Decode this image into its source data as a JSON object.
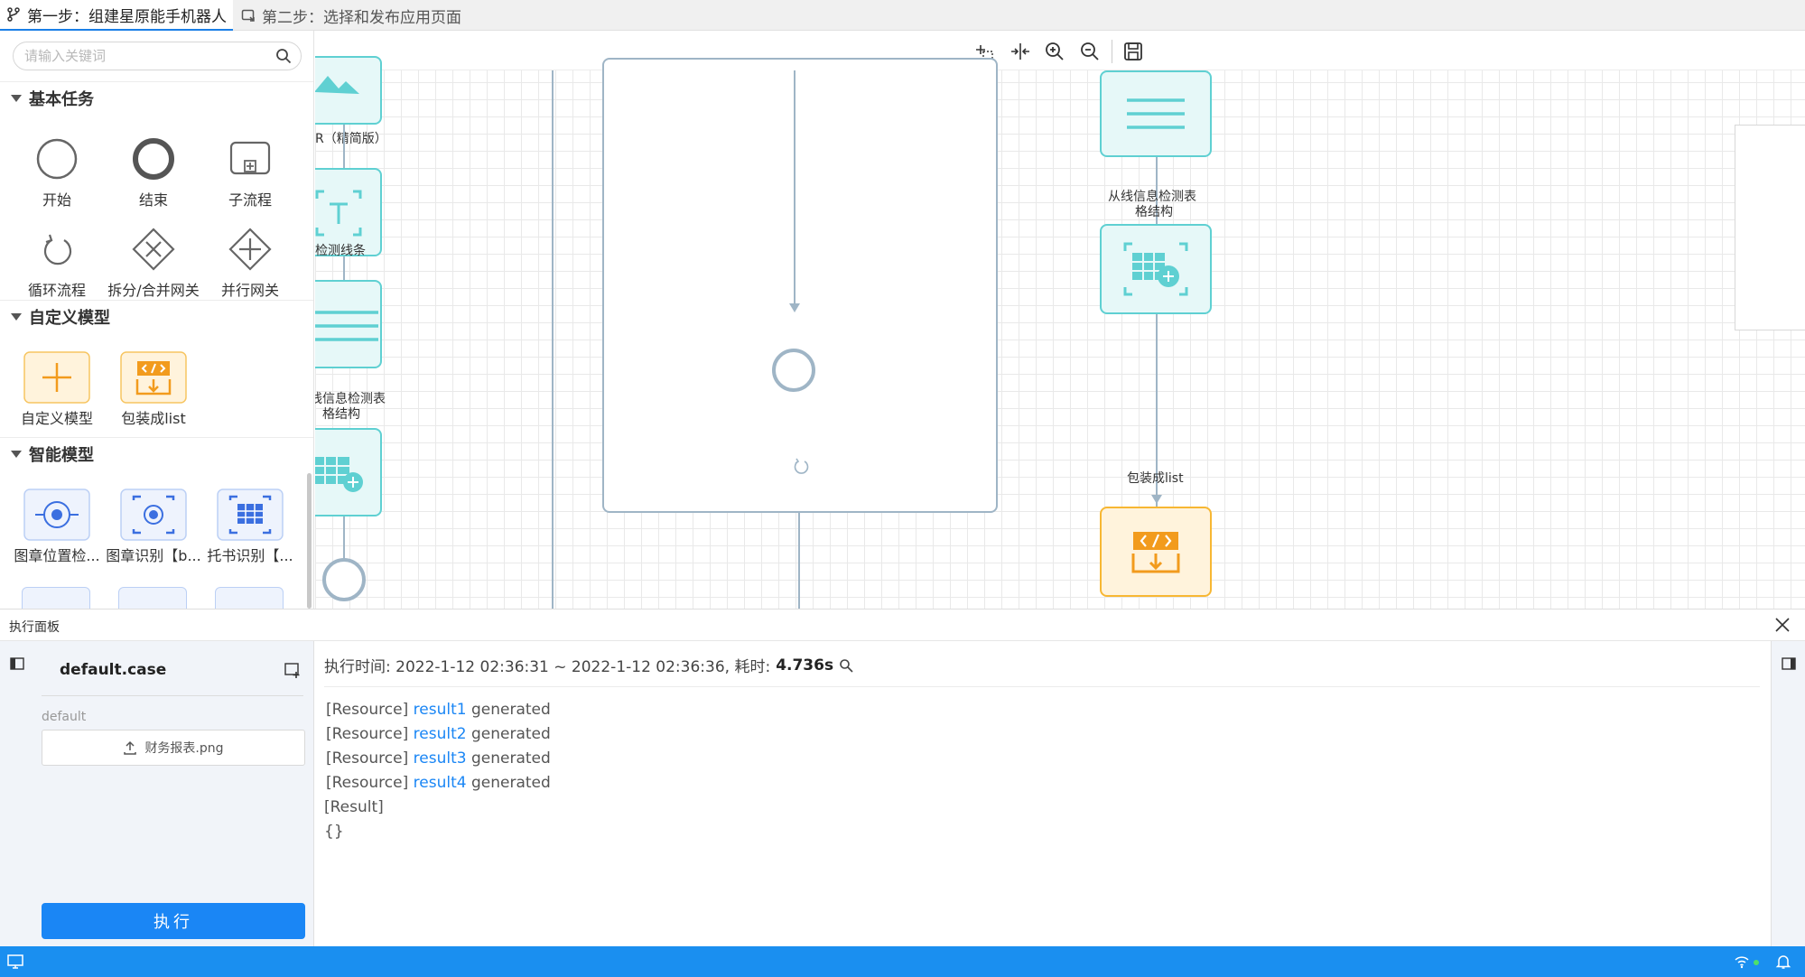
{
  "tabs": [
    {
      "label": "第一步：组建星原能手机器人",
      "active": true
    },
    {
      "label": "第二步：选择和发布应用页面",
      "active": false
    }
  ],
  "palette": {
    "search_placeholder": "请输入关键词",
    "sections": {
      "basic": "基本任务",
      "custom": "自定义模型",
      "smart": "智能模型"
    },
    "basic_items": [
      "开始",
      "结束",
      "子流程",
      "循环流程",
      "拆分/合并网关",
      "并行网关"
    ],
    "custom_items": [
      "自定义模型",
      "包装成list"
    ],
    "smart_items": [
      "图章位置检...",
      "图章识别【b...",
      "托书识别【..."
    ]
  },
  "canvas": {
    "labels": {
      "ocr_partial": "R（精简版）",
      "detect_lines": "检测线条",
      "table_left_1": "线信息检测表",
      "table_left_2": "格结构",
      "table_right_1": "从线信息检测表",
      "table_right_2": "格结构",
      "wrap_list": "包装成list"
    }
  },
  "panel": {
    "title": "执行面板",
    "case_name": "default.case",
    "param_label": "default",
    "file_name": "财务报表.png",
    "run_label": "执行",
    "exec_prefix": "执行时间: 2022-1-12 02:36:31 ~ 2022-1-12 02:36:36, 耗时:",
    "exec_duration": "4.736s",
    "logs": [
      {
        "prefix": "[Resource]",
        "link": "result1",
        "suffix": "generated"
      },
      {
        "prefix": "[Resource]",
        "link": "result2",
        "suffix": "generated"
      },
      {
        "prefix": "[Resource]",
        "link": "result3",
        "suffix": "generated"
      },
      {
        "prefix": "[Resource]",
        "link": "result4",
        "suffix": "generated"
      }
    ],
    "result_label": "[Result]",
    "result_value": "{}"
  },
  "colors": {
    "accent": "#1a86f5",
    "node_teal": "#5fd0d2",
    "node_orange": "#f7b733",
    "statusbar": "#1a8ff0"
  }
}
